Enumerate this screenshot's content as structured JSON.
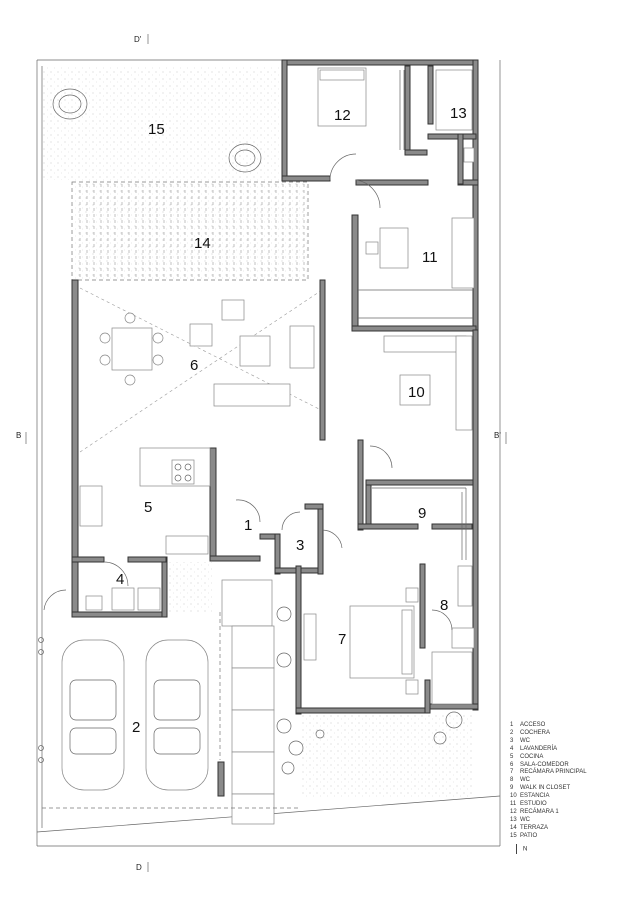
{
  "rooms": [
    {
      "num": "1",
      "name": "ACCESO"
    },
    {
      "num": "2",
      "name": "COCHERA"
    },
    {
      "num": "3",
      "name": "WC"
    },
    {
      "num": "4",
      "name": "LAVANDERÍA"
    },
    {
      "num": "5",
      "name": "COCINA"
    },
    {
      "num": "6",
      "name": "SALA-COMEDOR"
    },
    {
      "num": "7",
      "name": "RECÁMARA PRINCIPAL"
    },
    {
      "num": "8",
      "name": "WC"
    },
    {
      "num": "9",
      "name": "WALK IN CLOSET"
    },
    {
      "num": "10",
      "name": "ESTANCIA"
    },
    {
      "num": "11",
      "name": "ESTUDIO"
    },
    {
      "num": "12",
      "name": "RECÁMARA 1"
    },
    {
      "num": "13",
      "name": "WC"
    },
    {
      "num": "14",
      "name": "TERRAZA"
    },
    {
      "num": "15",
      "name": "PATIO"
    }
  ],
  "section_marks": {
    "top": "D'",
    "bottom": "D",
    "left": "B",
    "right": "B'"
  },
  "north_label": "N",
  "colors": {
    "wall": "#8a8a8a",
    "line": "#666666",
    "background": "#ffffff"
  }
}
